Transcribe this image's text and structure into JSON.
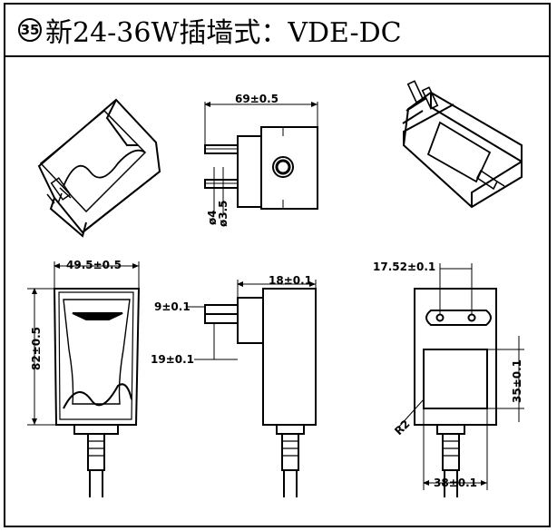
{
  "title": {
    "number": "35",
    "text": "新24-36W插墙式：VDE-DC"
  },
  "dimensions": {
    "top_width": "69±0.5",
    "pin_dia_4": "ø4",
    "pin_dia_3_5": "ø3.5",
    "front_width": "49.5±0.5",
    "front_height": "82±0.5",
    "side_depth": "18±0.1",
    "pin_offset_9": "9±0.1",
    "pin_offset_19": "19±0.1",
    "pin_spacing": "17.52±0.1",
    "label_height": "35±0.1",
    "label_width": "38±0.1",
    "corner_radius": "R2"
  }
}
